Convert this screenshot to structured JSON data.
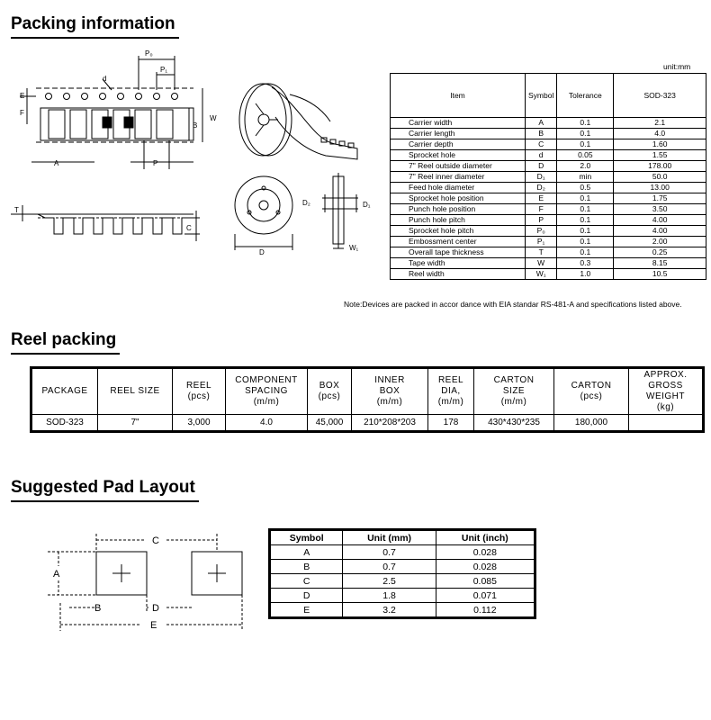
{
  "sections": {
    "packing_title": "Packing information",
    "reel_title": "Reel packing",
    "pad_title": "Suggested Pad Layout"
  },
  "packing": {
    "unit": "unit:mm",
    "headers": [
      "Item",
      "Symbol",
      "Tolerance",
      "SOD-323"
    ],
    "rows": [
      {
        "item": "Carrier width",
        "symbol": "A",
        "tol": "0.1",
        "val": "2.1"
      },
      {
        "item": "Carrier length",
        "symbol": "B",
        "tol": "0.1",
        "val": "4.0"
      },
      {
        "item": "Carrier depth",
        "symbol": "C",
        "tol": "0.1",
        "val": "1.60"
      },
      {
        "item": "Sprocket hole",
        "symbol": "d",
        "tol": "0.05",
        "val": "1.55"
      },
      {
        "item": "7\" Reel outside diameter",
        "symbol": "D",
        "tol": "2.0",
        "val": "178.00"
      },
      {
        "item": "7\" Reel inner diameter",
        "symbol": "D₁",
        "tol": "min",
        "val": "50.0"
      },
      {
        "item": "Feed hole diameter",
        "symbol": "D₂",
        "tol": "0.5",
        "val": "13.00"
      },
      {
        "item": "Sprocket hole position",
        "symbol": "E",
        "tol": "0.1",
        "val": "1.75"
      },
      {
        "item": "Punch hole position",
        "symbol": "F",
        "tol": "0.1",
        "val": "3.50"
      },
      {
        "item": "Punch hole pitch",
        "symbol": "P",
        "tol": "0.1",
        "val": "4.00"
      },
      {
        "item": "Sprocket hole pitch",
        "symbol": "P₀",
        "tol": "0.1",
        "val": "4.00"
      },
      {
        "item": "Embossment center",
        "symbol": "P₁",
        "tol": "0.1",
        "val": "2.00"
      },
      {
        "item": "Overall tape thickness",
        "symbol": "T",
        "tol": "0.1",
        "val": "0.25"
      },
      {
        "item": "Tape width",
        "symbol": "W",
        "tol": "0.3",
        "val": "8.15"
      },
      {
        "item": "Reel width",
        "symbol": "W₁",
        "tol": "1.0",
        "val": "10.5"
      }
    ],
    "note": "Note:Devices are packed in accor dance with EIA standar RS-481-A and specifications listed above."
  },
  "diagram_labels": {
    "p0": "P₀",
    "p1": "P₁",
    "d": "d",
    "e": "E",
    "f": "F",
    "b": "B",
    "w": "W",
    "a": "A",
    "p": "P",
    "t": "T",
    "c": "C",
    "D": "D",
    "D1": "D₁",
    "D2": "D₂",
    "W1": "W₁"
  },
  "reel": {
    "headers": [
      [
        "PACKAGE"
      ],
      [
        "REEL SIZE"
      ],
      [
        "REEL",
        "(pcs)"
      ],
      [
        "COMPONENT",
        "SPACING",
        "(m/m)"
      ],
      [
        "BOX",
        "(pcs)"
      ],
      [
        "INNER",
        "BOX",
        "(m/m)"
      ],
      [
        "REEL",
        "DIA,",
        "(m/m)"
      ],
      [
        "CARTON",
        "SIZE",
        "(m/m)"
      ],
      [
        "CARTON",
        "(pcs)"
      ],
      [
        "APPROX.",
        "GROSS WEIGHT",
        "(kg)"
      ]
    ],
    "row": [
      "SOD-323",
      "7\"",
      "3,000",
      "4.0",
      "45,000",
      "210*208*203",
      "178",
      "430*430*235",
      "180,000",
      ""
    ]
  },
  "pad": {
    "headers": [
      "Symbol",
      "Unit (mm)",
      "Unit (inch)"
    ],
    "rows": [
      [
        "A",
        "0.7",
        "0.028"
      ],
      [
        "B",
        "0.7",
        "0.028"
      ],
      [
        "C",
        "2.5",
        "0.085"
      ],
      [
        "D",
        "1.8",
        "0.071"
      ],
      [
        "E",
        "3.2",
        "0.112"
      ]
    ],
    "labels": {
      "a": "A",
      "b": "B",
      "c": "C",
      "d": "D",
      "e": "E"
    }
  }
}
